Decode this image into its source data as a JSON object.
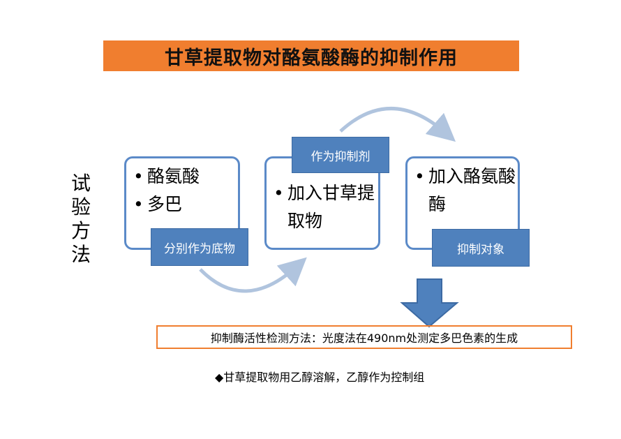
{
  "title": "甘草提取物对酪氨酸酶的抑制作用",
  "side_label": [
    "试",
    "验",
    "方",
    "法"
  ],
  "boxes": [
    {
      "bullets": [
        "酪氨酸",
        "多巴"
      ],
      "tag": "分别作为底物"
    },
    {
      "bullets": [
        "加入甘草提取物"
      ],
      "tag": "作为抑制剂"
    },
    {
      "bullets": [
        "加入酪氨酸酶"
      ],
      "tag": "抑制对象"
    }
  ],
  "method": "抑制酶活性检测方法：光度法在490nm处测定多巴色素的生成",
  "note": "◆甘草提取物用乙醇溶解，乙醇作为控制组",
  "colors": {
    "accent_orange": "#f07e2f",
    "flow_blue": "#4f81bd",
    "box_border": "#5b8ac8",
    "arrow_light": "#b0c4de"
  }
}
